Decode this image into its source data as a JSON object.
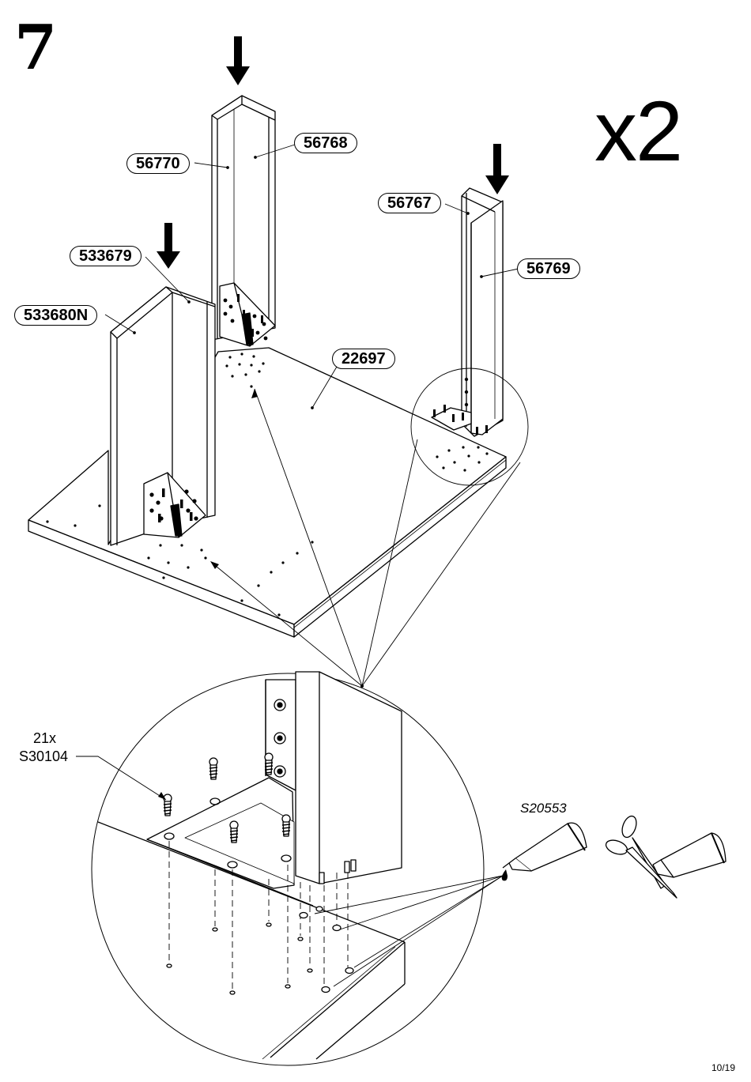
{
  "step": {
    "number": "7",
    "multiplier": "x2"
  },
  "parts": {
    "p56770": "56770",
    "p56768": "56768",
    "p56767": "56767",
    "p56769": "56769",
    "p533679": "533679",
    "p533680N": "533680N",
    "p22697": "22697"
  },
  "hardware": {
    "screw_quantity": "21x",
    "screw_code": "S30104",
    "glue_code": "S20553"
  },
  "footer": {
    "page": "10/19"
  },
  "icons": [
    "down-arrow-icon",
    "glue-tube-icon",
    "glue-drop-icon",
    "scissors-icon",
    "screw-icon"
  ]
}
